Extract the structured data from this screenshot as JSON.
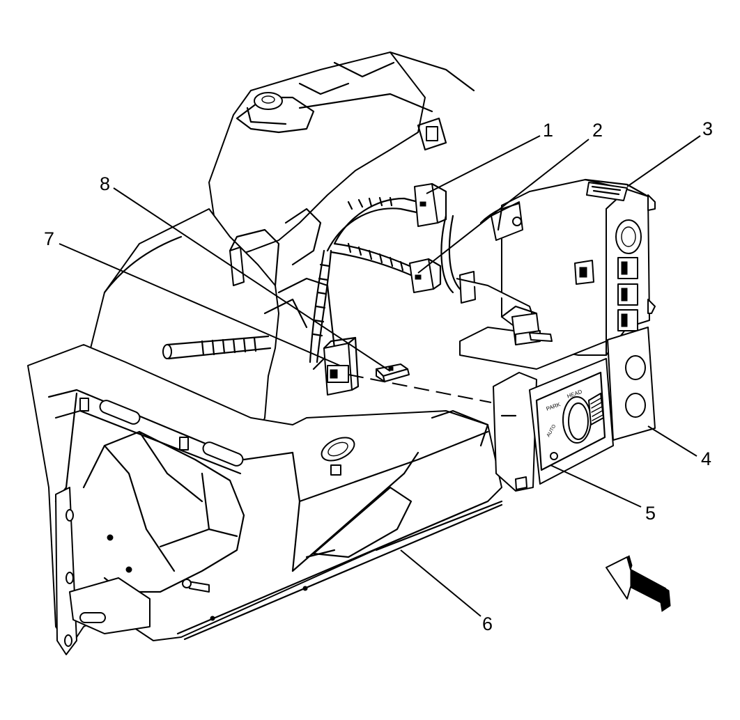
{
  "callouts": [
    {
      "id": "1",
      "label": "1"
    },
    {
      "id": "2",
      "label": "2"
    },
    {
      "id": "3",
      "label": "3"
    },
    {
      "id": "4",
      "label": "4"
    },
    {
      "id": "5",
      "label": "5"
    },
    {
      "id": "6",
      "label": "6"
    },
    {
      "id": "7",
      "label": "7"
    },
    {
      "id": "8",
      "label": "8"
    }
  ],
  "icons": {
    "view_direction": "view-direction-arrow-icon"
  },
  "colors": {
    "line": "#000000",
    "background": "#ffffff"
  }
}
